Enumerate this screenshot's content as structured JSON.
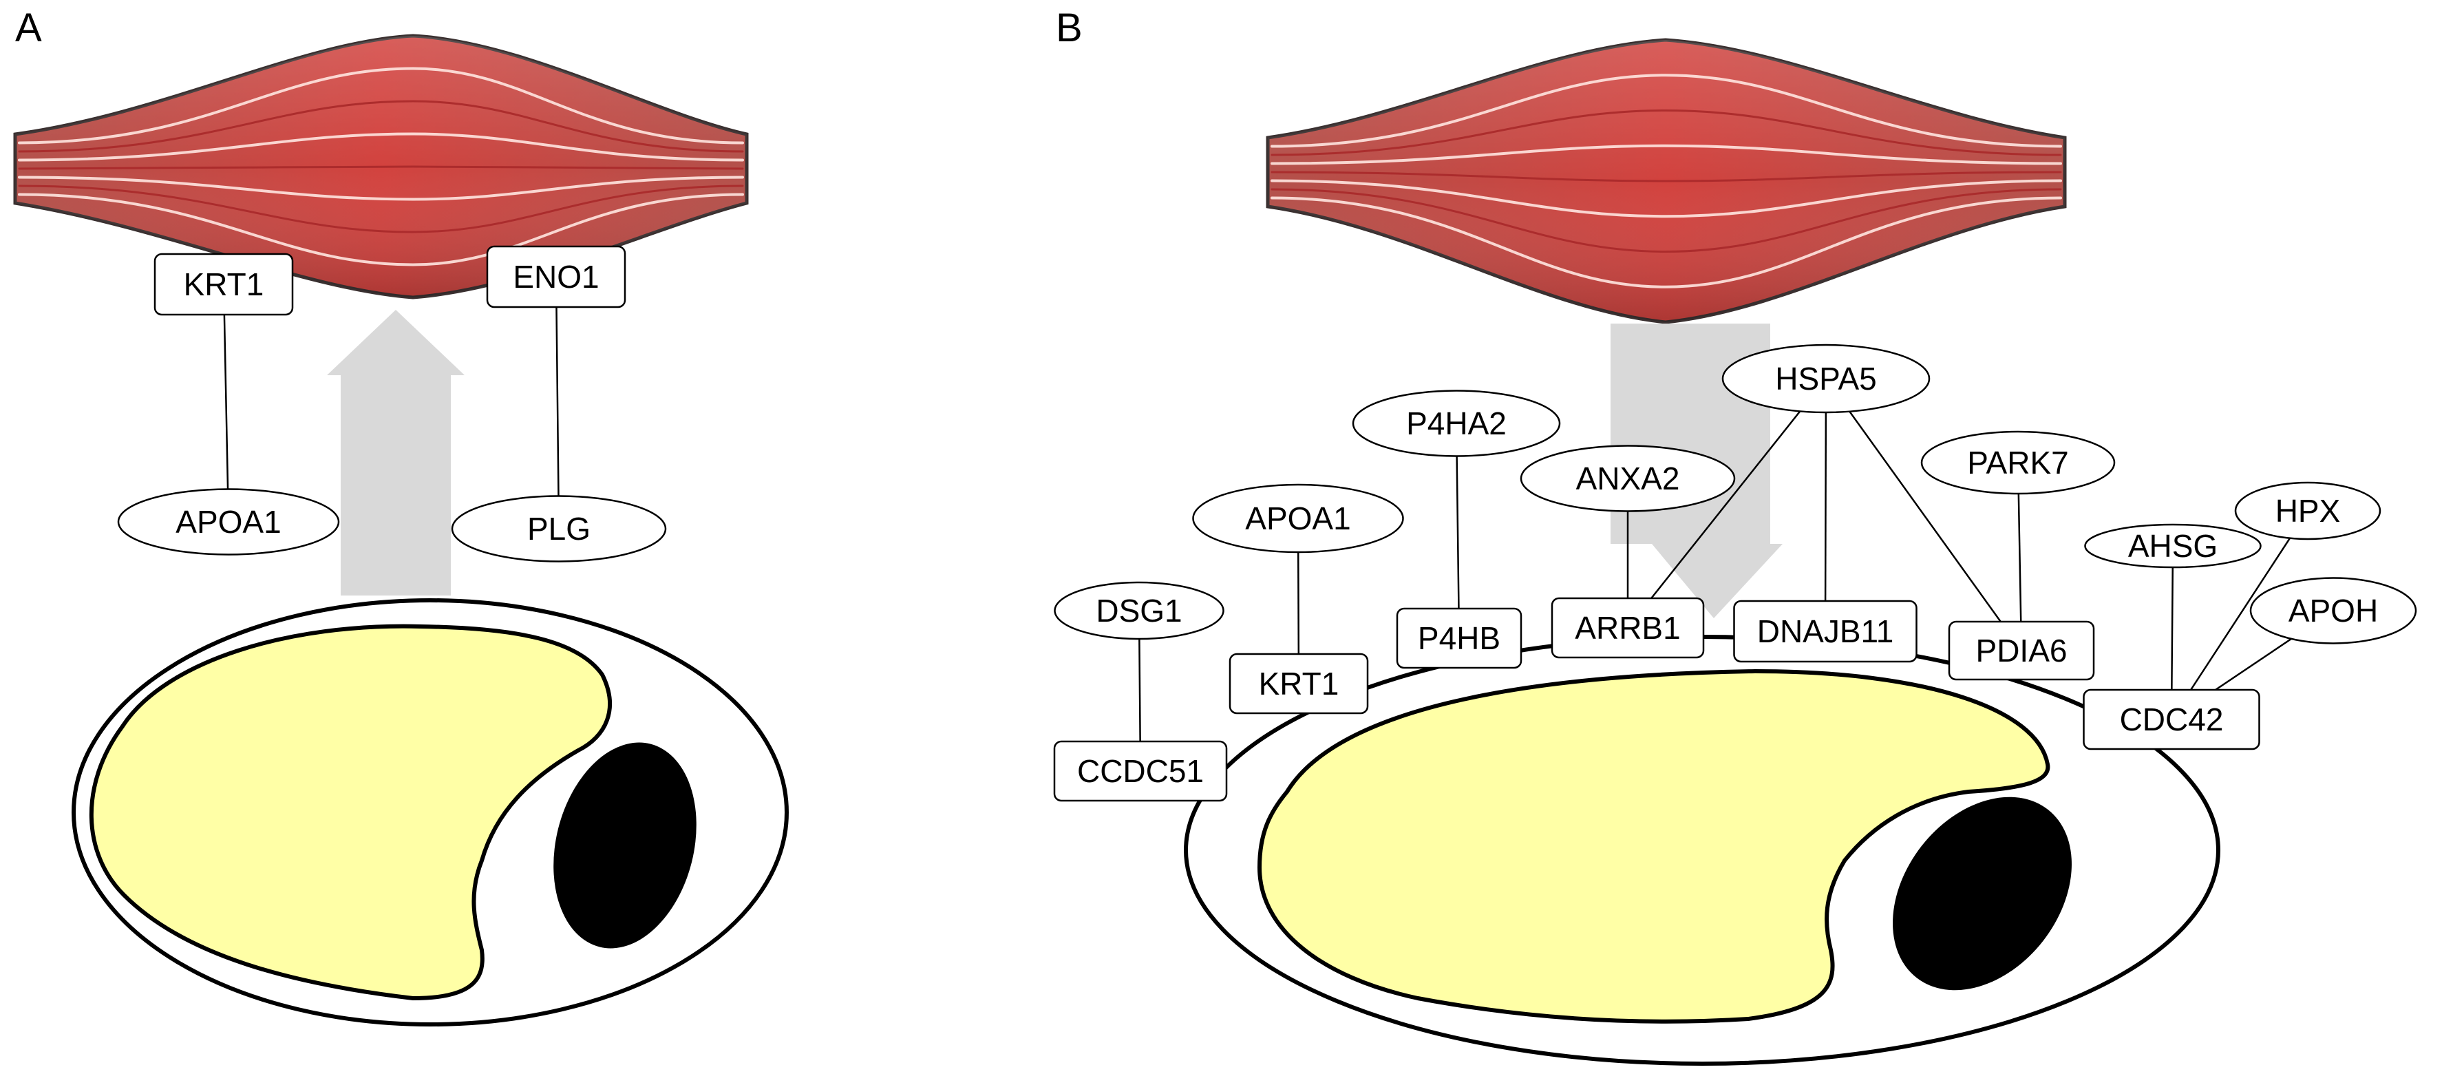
{
  "colors": {
    "muscle": "#cf4a45",
    "muscle_dark": "#a8292a",
    "muscle_edge": "#3a3030",
    "fiber_highlight": "#ffe6e0",
    "arrow": "#d9d9d9",
    "cell_fill": "#ffffff",
    "cytoplasm_fill": "#ffffa6",
    "nucleus_fill": "#000000",
    "outline": "#000000"
  },
  "panels": [
    {
      "label": "A",
      "arrow_direction": "up",
      "nodes": [
        {
          "id": "krt1_a",
          "text": "KRT1",
          "shape": "box"
        },
        {
          "id": "eno1_a",
          "text": "ENO1",
          "shape": "box"
        },
        {
          "id": "apoa1_a",
          "text": "APOA1",
          "shape": "ellipse"
        },
        {
          "id": "plg_a",
          "text": "PLG",
          "shape": "ellipse"
        }
      ],
      "edges": [
        [
          "krt1_a",
          "apoa1_a"
        ],
        [
          "eno1_a",
          "plg_a"
        ]
      ]
    },
    {
      "label": "B",
      "arrow_direction": "down",
      "nodes": [
        {
          "id": "hspa5_b",
          "text": "HSPA5",
          "shape": "ellipse"
        },
        {
          "id": "p4ha2_b",
          "text": "P4HA2",
          "shape": "ellipse"
        },
        {
          "id": "anxa2_b",
          "text": "ANXA2",
          "shape": "ellipse"
        },
        {
          "id": "park7_b",
          "text": "PARK7",
          "shape": "ellipse"
        },
        {
          "id": "apoa1_b",
          "text": "APOA1",
          "shape": "ellipse"
        },
        {
          "id": "hpx_b",
          "text": "HPX",
          "shape": "ellipse"
        },
        {
          "id": "ahsg_b",
          "text": "AHSG",
          "shape": "ellipse"
        },
        {
          "id": "dsg1_b",
          "text": "DSG1",
          "shape": "ellipse"
        },
        {
          "id": "apoh_b",
          "text": "APOH",
          "shape": "ellipse"
        },
        {
          "id": "p4hb_b",
          "text": "P4HB",
          "shape": "box"
        },
        {
          "id": "arrb1_b",
          "text": "ARRB1",
          "shape": "box"
        },
        {
          "id": "dnajb11_b",
          "text": "DNAJB11",
          "shape": "box"
        },
        {
          "id": "pdia6_b",
          "text": "PDIA6",
          "shape": "box"
        },
        {
          "id": "krt1_b",
          "text": "KRT1",
          "shape": "box"
        },
        {
          "id": "cdc42_b",
          "text": "CDC42",
          "shape": "box"
        },
        {
          "id": "ccdc51_b",
          "text": "CCDC51",
          "shape": "box"
        }
      ],
      "edges": [
        [
          "hspa5_b",
          "arrb1_b"
        ],
        [
          "hspa5_b",
          "dnajb11_b"
        ],
        [
          "hspa5_b",
          "pdia6_b"
        ],
        [
          "park7_b",
          "pdia6_b"
        ],
        [
          "anxa2_b",
          "arrb1_b"
        ],
        [
          "p4ha2_b",
          "p4hb_b"
        ],
        [
          "apoa1_b",
          "krt1_b"
        ],
        [
          "dsg1_b",
          "ccdc51_b"
        ],
        [
          "ahsg_b",
          "cdc42_b"
        ],
        [
          "hpx_b",
          "cdc42_b"
        ],
        [
          "apoh_b",
          "cdc42_b"
        ]
      ]
    }
  ]
}
